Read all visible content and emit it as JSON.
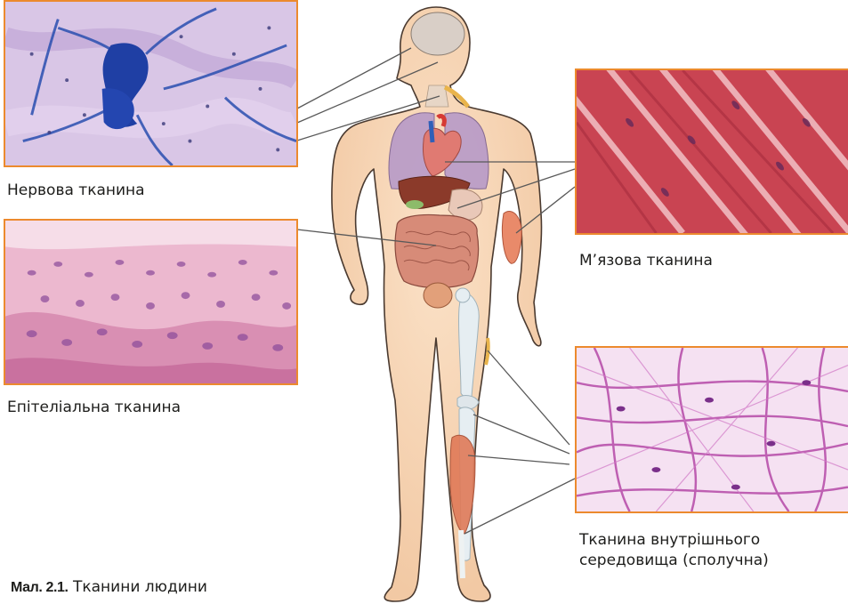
{
  "labels": {
    "nervous": "Нервова тканина",
    "epithelial": "Епітеліальна тканина",
    "muscle": "М’язова тканина",
    "connective_line1": "Тканина внутрішнього",
    "connective_line2": "середовища (сполучна)"
  },
  "caption": {
    "prefix": "Мал. 2.1.",
    "text": " Тканини людини"
  },
  "colors": {
    "frame": "#ec8a2e",
    "nervous_bg": "#d7c3e4",
    "nervous_cells": "#2a4fb0",
    "epithelial_bg": "#e8a9c5",
    "muscle_bg": "#c7414e",
    "connective_bg": "#f3dcf0",
    "skin": "#f7d4b4"
  }
}
